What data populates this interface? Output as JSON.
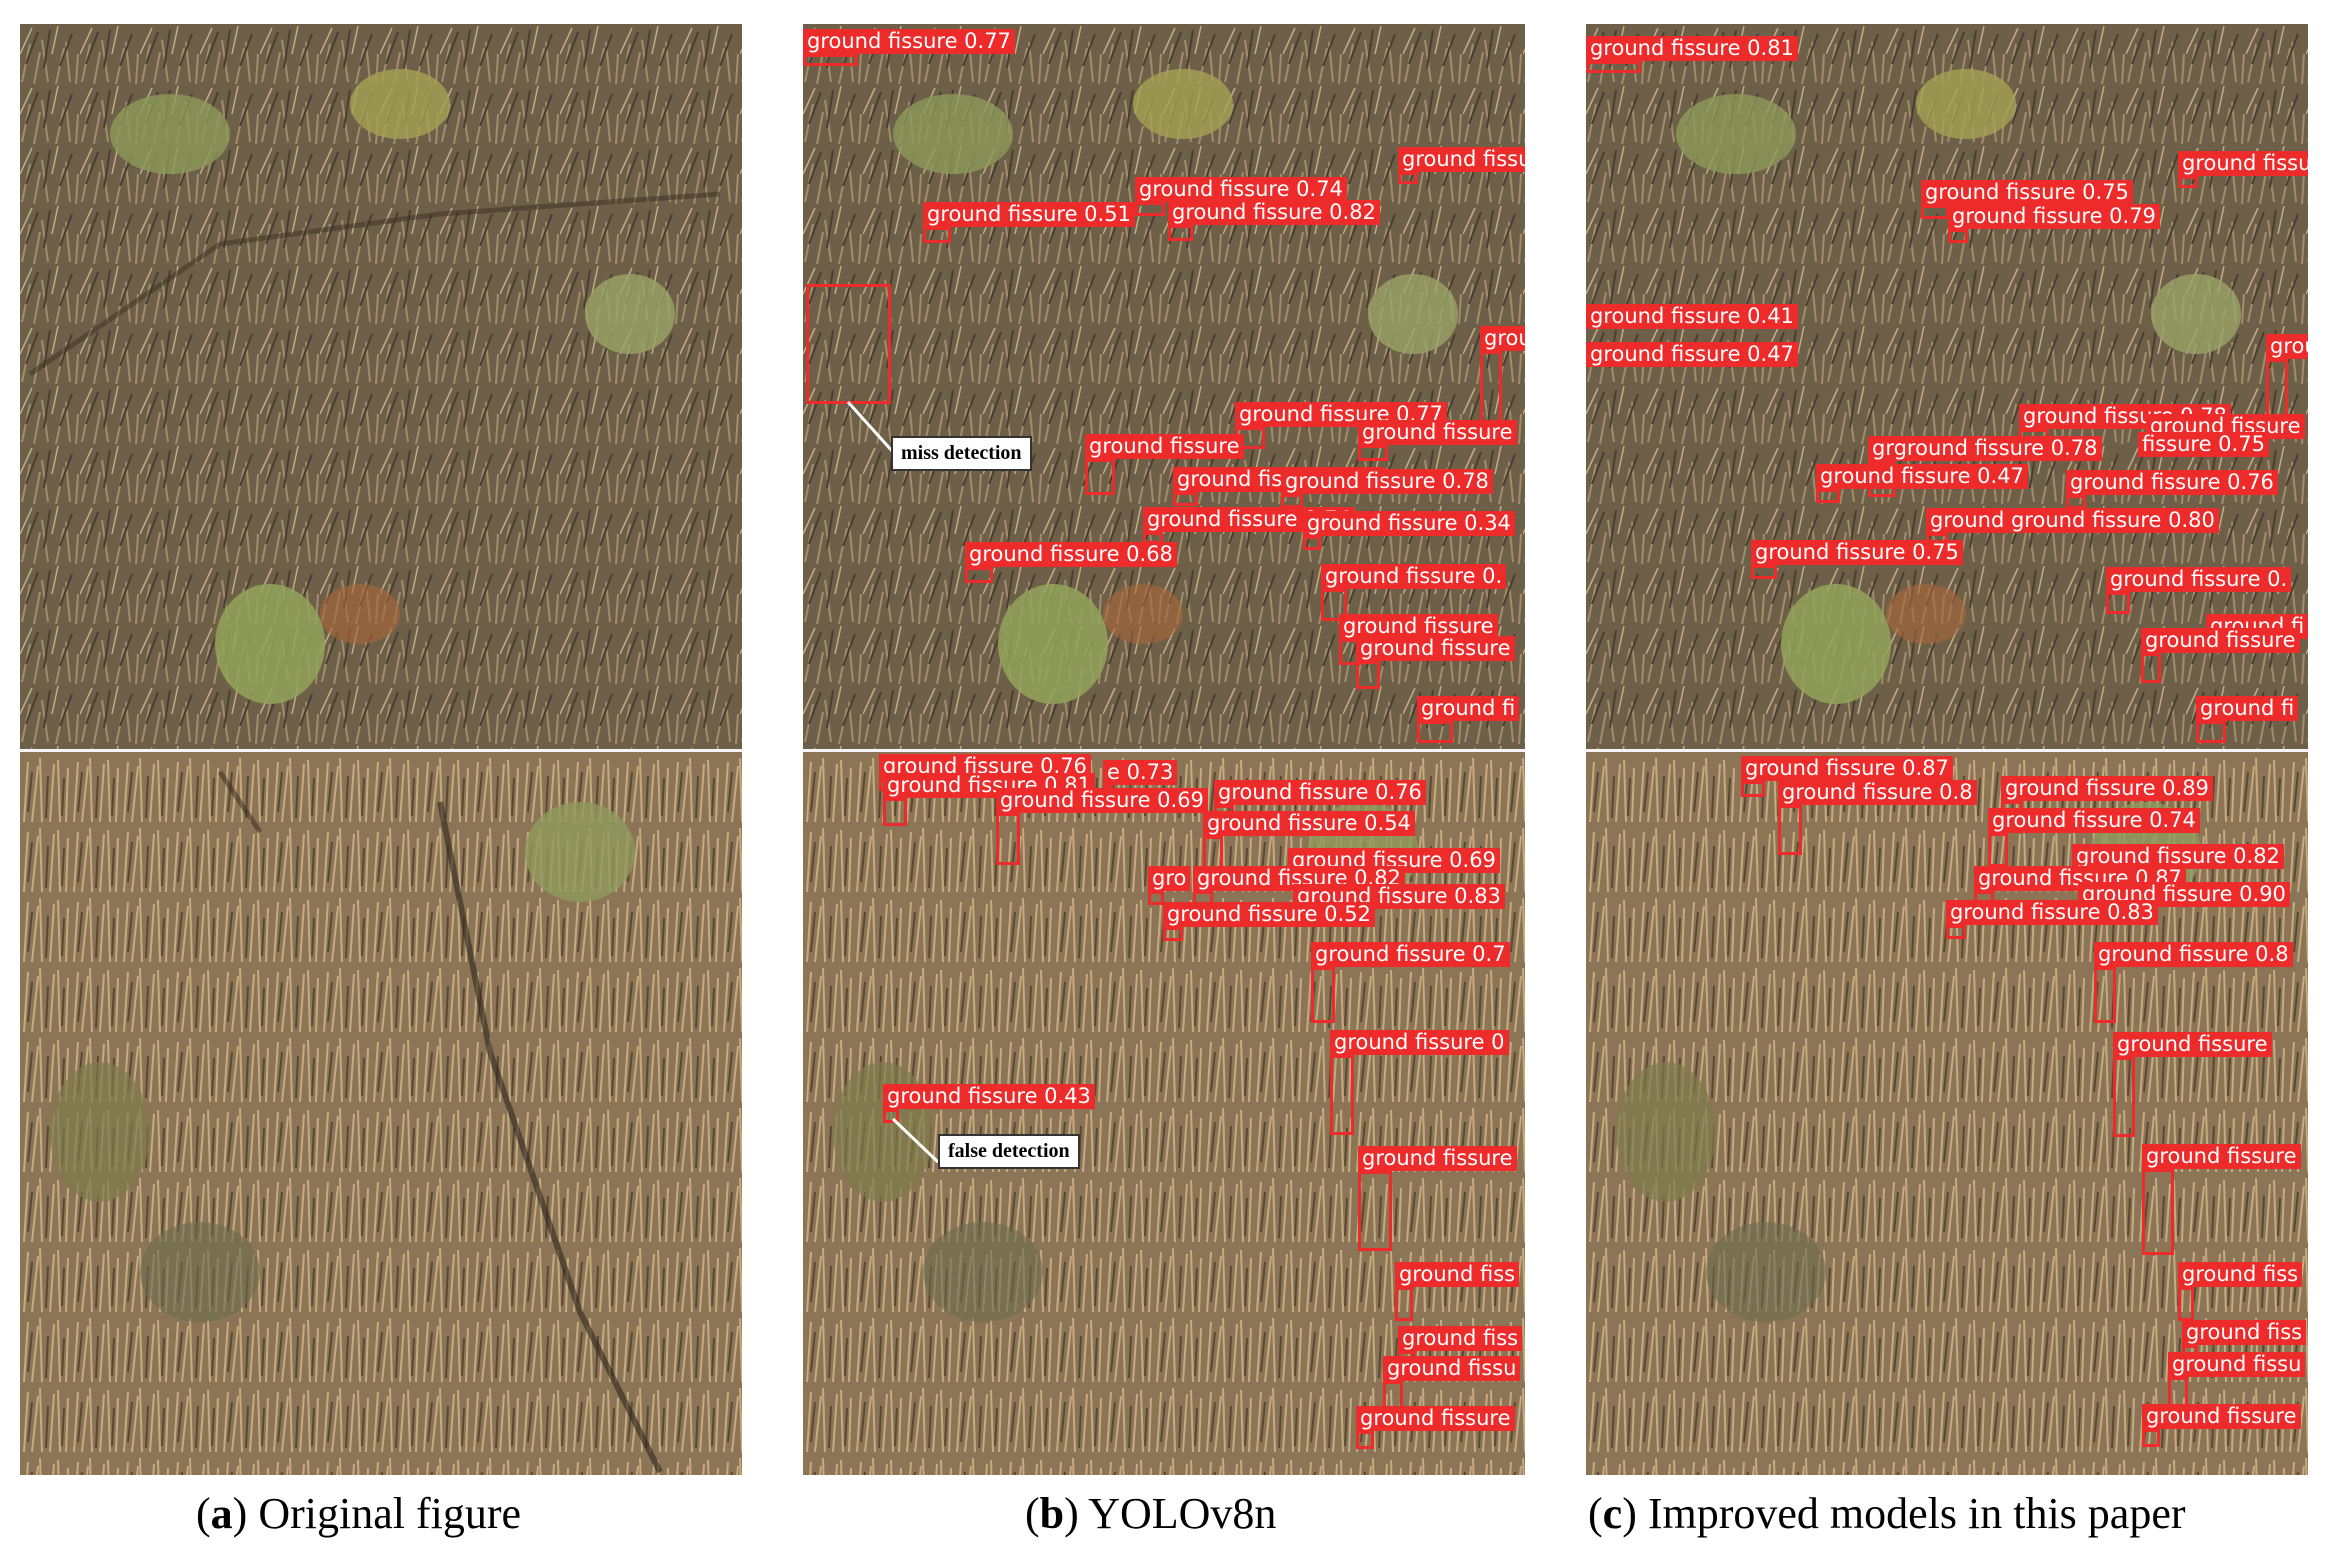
{
  "panels": [
    {
      "id": "a",
      "caption_letter": "a",
      "caption_text": " Original figure"
    },
    {
      "id": "b",
      "caption_letter": "b",
      "caption_text": " YOLOv8n"
    },
    {
      "id": "c",
      "caption_letter": "c",
      "caption_text": " Improved models in this paper"
    }
  ],
  "callouts": {
    "miss": "miss detection",
    "false": "false detection"
  },
  "detections_b": [
    "ground fissure 0.77",
    "ground fissu",
    "ground fissure 0.74",
    "ground fissure 0.51",
    "ground fissure 0.82",
    "grou",
    "ground fissure 0.77",
    "ground fissure",
    "ground fissure",
    "ground fissure 0.53",
    "ground fissure 0.78",
    "ground fissure 0.74",
    "ground fissure 0.34",
    "ground fissure 0.68",
    "ground fissure 0.",
    "ground fissure",
    "ground fissure",
    "ground fi",
    "ground fissure 0.76",
    "e 0.73",
    "ground fissure 0.81",
    "ground fissure 0.69",
    "ground fissure 0.76",
    "ground fissure 0.54",
    "ground fissure 0.69",
    "gro",
    "ground fissure 0.82",
    "ground fissure 0.83",
    "ground fissure 0.52",
    "ground fissure 0.7",
    "ground fissure 0",
    "ground fissure 0.43",
    "ground fissure",
    "ground fiss",
    "ground fiss",
    "ground fissu",
    "ground fissure"
  ],
  "detections_c": [
    "ground fissure 0.81",
    "ground fissu",
    "ground fissure 0.75",
    "ground fissure 0.79",
    "ground fissure 0.41",
    "ground fissure 0.47",
    "grou",
    "ground fissure 0.78",
    "ground fissure",
    "grground fissure 0.78",
    "fissure 0.75",
    "ground fissure 0.47",
    "ground fissure 0.76",
    "ground ground fissure 0.80",
    "ground fissure 0.75",
    "ground fissure 0.",
    "ground fi",
    "ground fissure",
    "ground fi",
    "ground fissure 0.87",
    "ground fissure 0.8",
    "ground fissure 0.89",
    "ground fissure 0.74",
    "ground fissure 0.82",
    "ground fissure 0.87",
    "ground fissure 0.90",
    "ground fissure 0.83",
    "ground fissure 0.8",
    "ground fissure",
    "ground fissure",
    "ground fiss",
    "ground fiss",
    "ground fissu",
    "ground fissure"
  ]
}
